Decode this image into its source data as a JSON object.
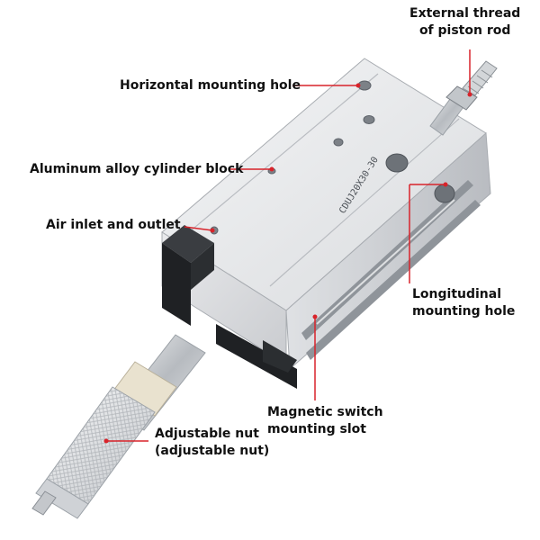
{
  "product": {
    "model_marking": "CDUJ20X30-30"
  },
  "colors": {
    "leader_line": "#d8232a",
    "label_text": "#111111",
    "body_aluminum": "#e3e4e6",
    "mount_block": "#1f2124",
    "piston_rod": "#c9ccd0"
  },
  "callouts": [
    {
      "id": "external-thread",
      "lines": [
        "External thread",
        "of piston rod"
      ]
    },
    {
      "id": "horizontal-mounting-hole",
      "lines": [
        "Horizontal mounting hole"
      ]
    },
    {
      "id": "aluminum-block",
      "lines": [
        "Aluminum alloy cylinder block"
      ]
    },
    {
      "id": "air-inlet-outlet",
      "lines": [
        "Air inlet and outlet"
      ]
    },
    {
      "id": "longitudinal-hole",
      "lines": [
        "Longitudinal",
        "mounting hole"
      ]
    },
    {
      "id": "magnetic-switch-slot",
      "lines": [
        "Magnetic switch",
        "mounting slot"
      ]
    },
    {
      "id": "adjustable-nut",
      "lines": [
        "Adjustable nut",
        "(adjustable nut)"
      ]
    }
  ]
}
